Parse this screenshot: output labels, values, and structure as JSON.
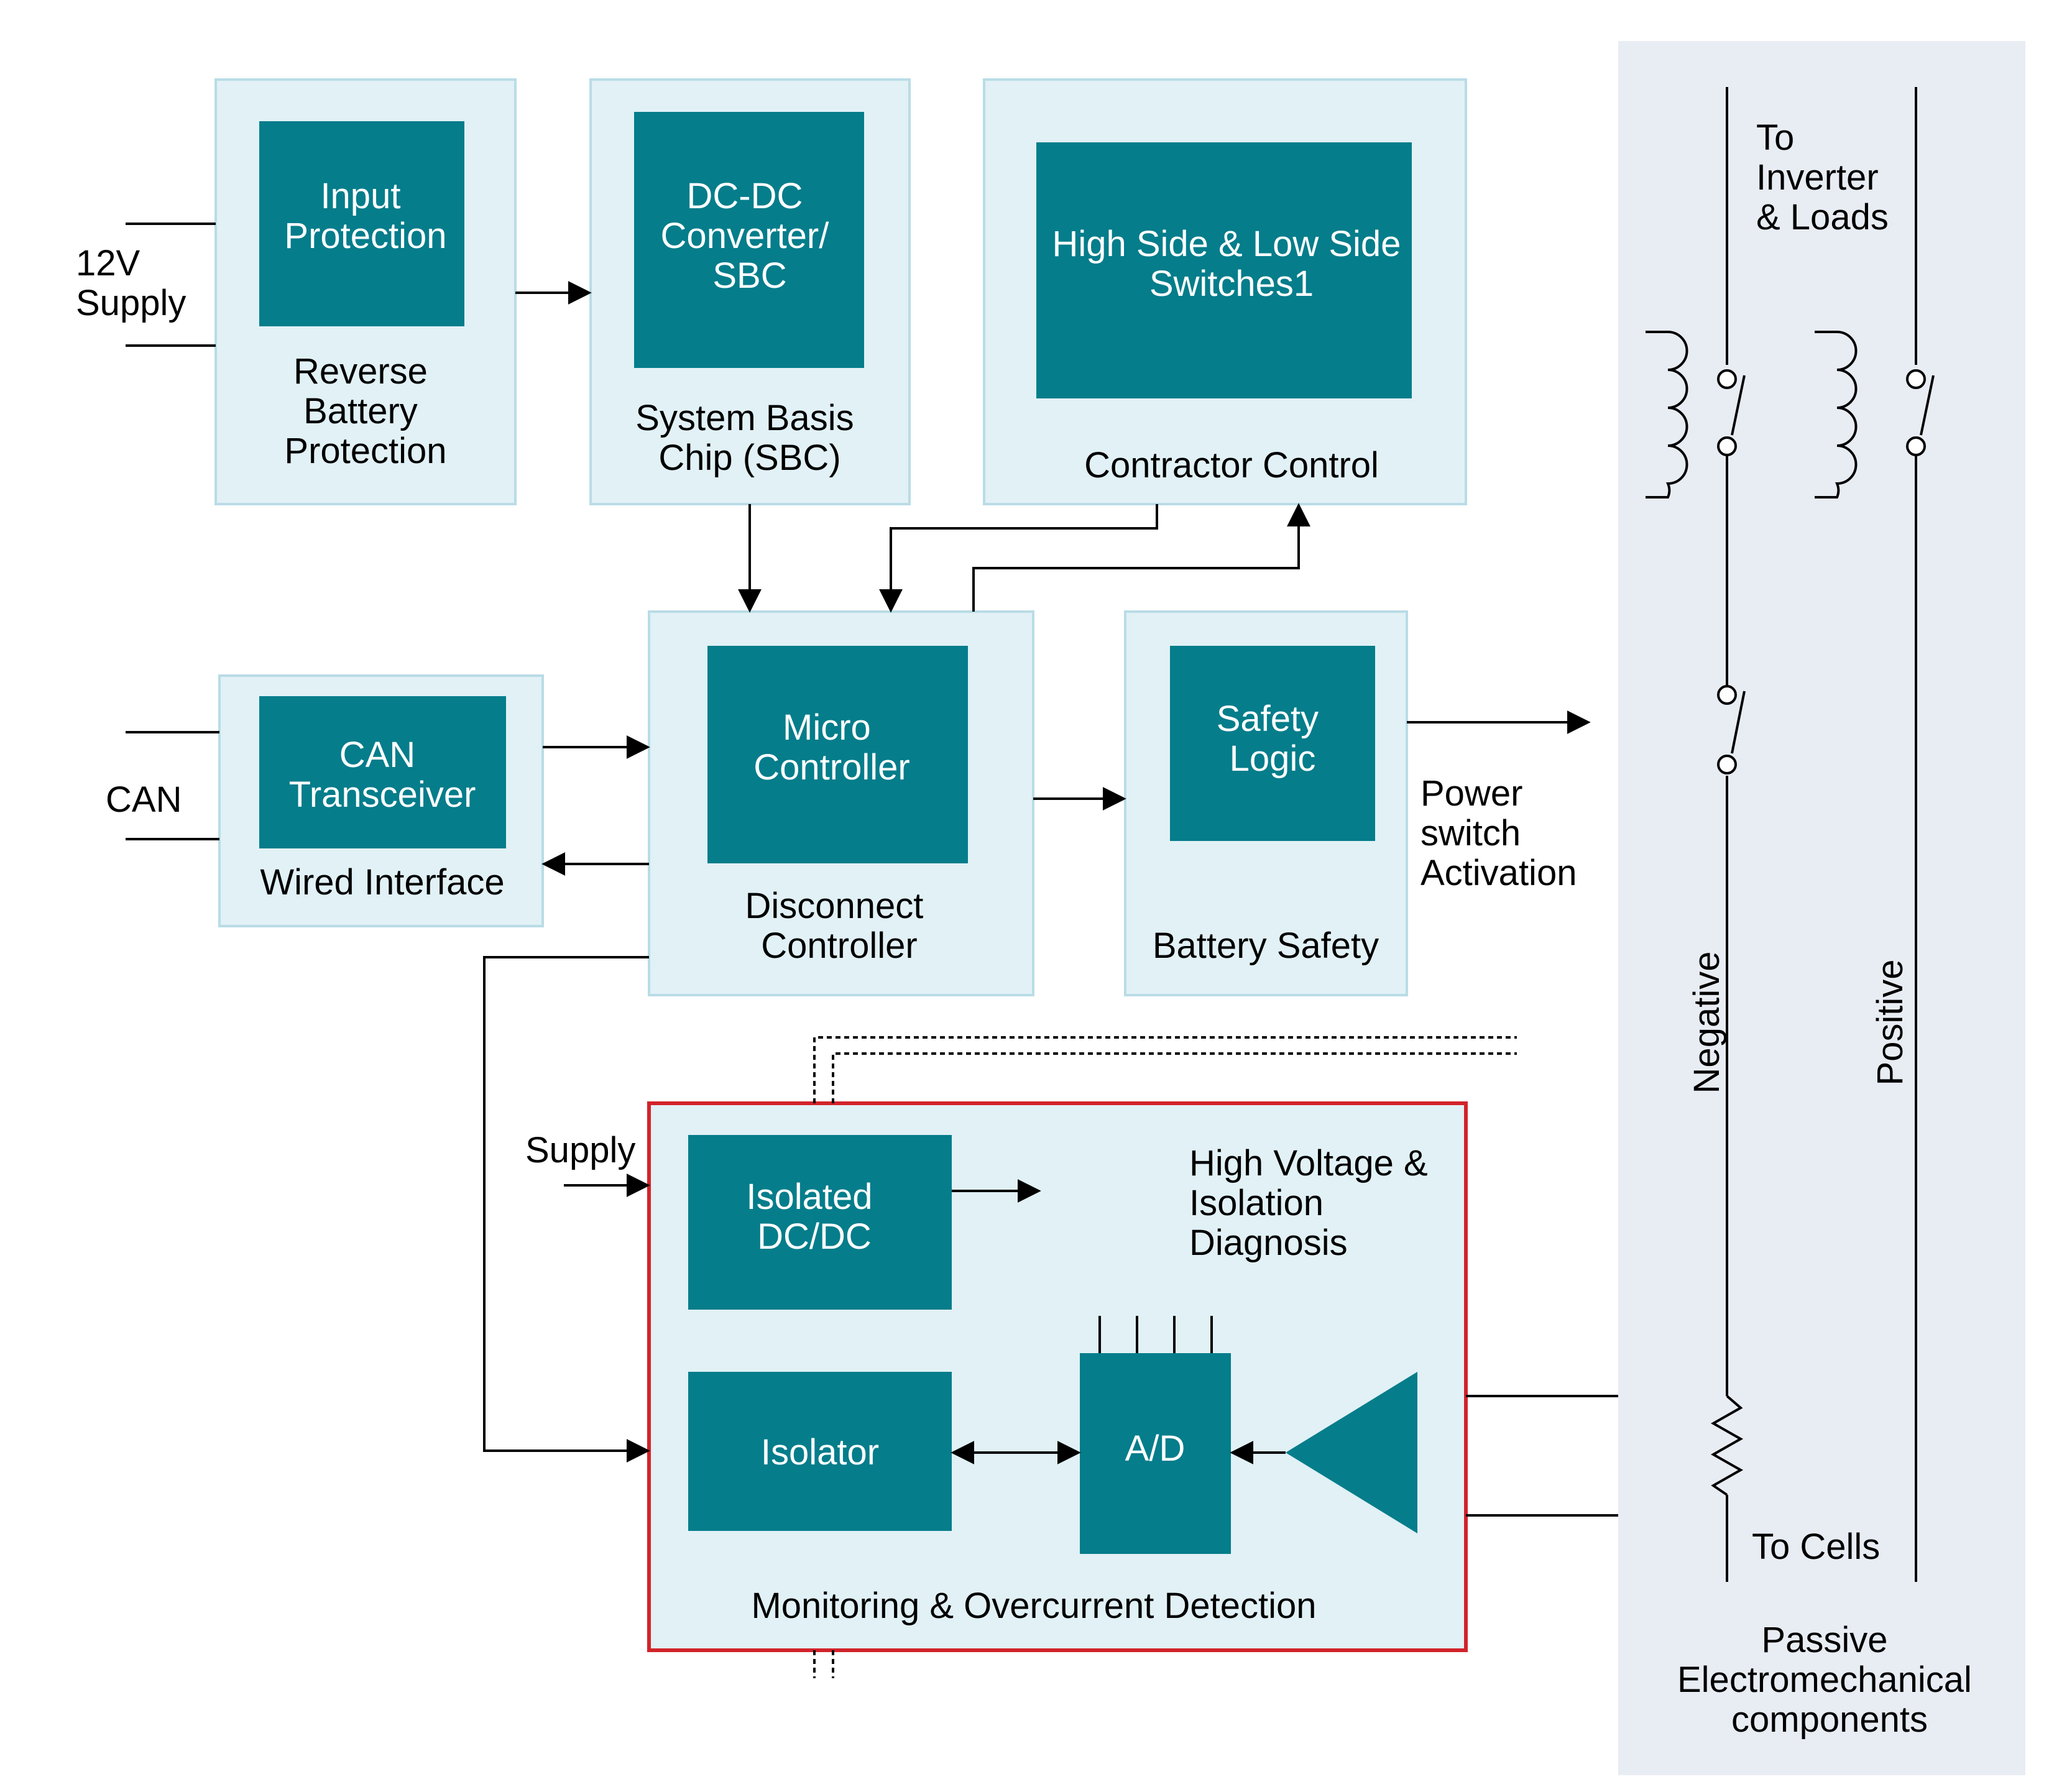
{
  "colors": {
    "block_bg": "#e1f1f6",
    "block_border": "#b9dce6",
    "chip": "#057d8b",
    "chip_text": "#ffffff",
    "line": "#000000",
    "highlight_border": "#d2232a",
    "panel_bg": "#e8ecf3"
  },
  "supply_12v": {
    "line1": "12V",
    "line2": "Supply"
  },
  "can_label": "CAN",
  "reverse_battery": {
    "chip": [
      "Input",
      "Protection"
    ],
    "caption": [
      "Reverse",
      "Battery",
      "Protection"
    ]
  },
  "sbc": {
    "chip": [
      "DC-DC",
      "Converter/",
      "SBC"
    ],
    "caption": [
      "System Basis",
      "Chip (SBC)"
    ]
  },
  "contractor": {
    "chip": [
      "High Side & Low Side",
      "Switches1"
    ],
    "caption": "Contractor Control"
  },
  "wired_interface": {
    "chip": [
      "CAN",
      "Transceiver"
    ],
    "caption": "Wired Interface"
  },
  "disconnect": {
    "chip": [
      "Micro",
      "Controller"
    ],
    "caption": [
      "Disconnect",
      "Controller"
    ]
  },
  "battery_safety": {
    "chip": [
      "Safety",
      "Logic"
    ],
    "caption": "Battery Safety"
  },
  "power_switch": [
    "Power",
    "switch",
    "Activation"
  ],
  "monitoring": {
    "supply_label": "Supply",
    "isolated_dcdc": [
      "Isolated",
      "DC/DC"
    ],
    "hv_diag": [
      "High Voltage &",
      "Isolation",
      "Diagnosis"
    ],
    "isolator": "Isolator",
    "adc": "A/D",
    "caption": "Monitoring & Overcurrent Detection"
  },
  "passive": {
    "to_inverter": [
      "To",
      "Inverter",
      "& Loads"
    ],
    "negative": "Negative",
    "positive": "Positive",
    "to_cells": "To Cells",
    "caption": [
      "Passive",
      "Electromechanical",
      "components"
    ]
  }
}
